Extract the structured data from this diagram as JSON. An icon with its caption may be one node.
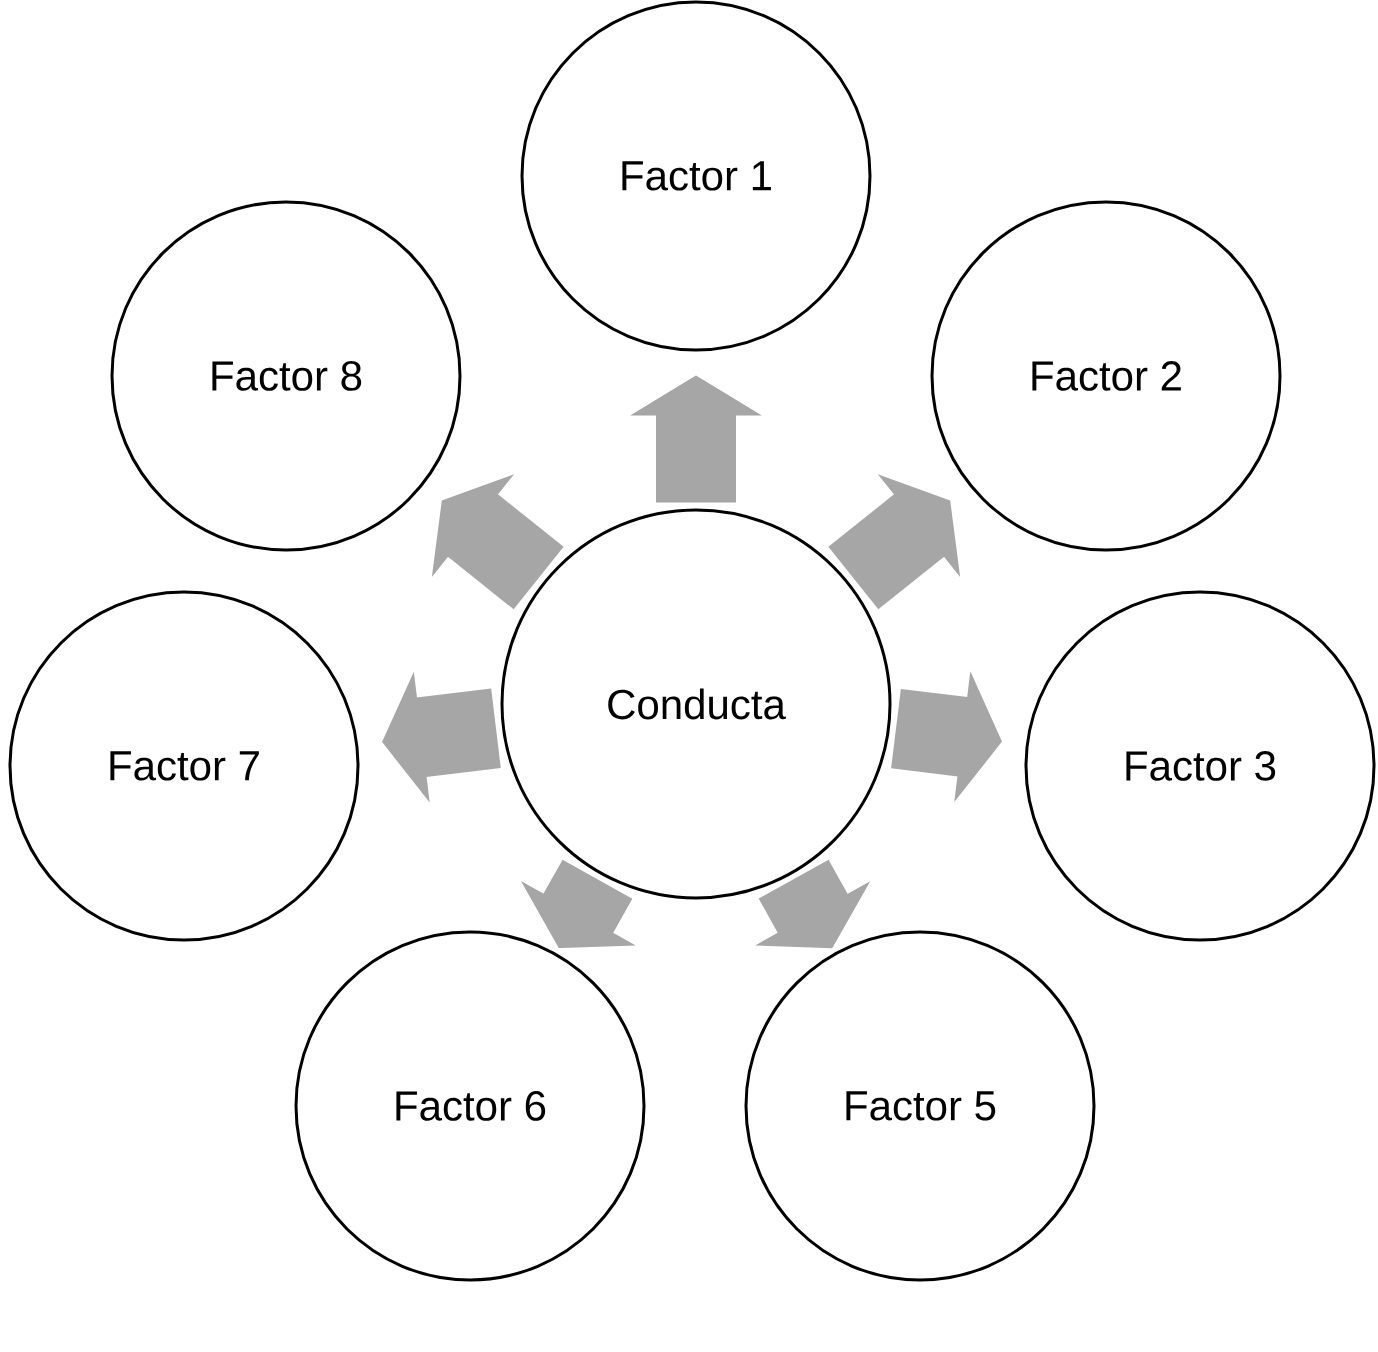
{
  "diagram": {
    "nodes": [
      {
        "text": [
          "Conducta"
        ]
      },
      {
        "text": [
          "Factor 1"
        ]
      },
      {
        "text": [
          "Factor 2"
        ]
      },
      {
        "text": [
          "Factor 3"
        ]
      },
      {
        "text": [
          "Factor 5"
        ]
      },
      {
        "text": [
          "Factor 6"
        ]
      },
      {
        "text": [
          "Factor 7"
        ]
      },
      {
        "text": [
          "Factor 8"
        ]
      }
    ],
    "edges": [
      {
        "from": 0,
        "to": 1,
        "arrow": "to"
      },
      {
        "from": 0,
        "to": 2,
        "arrow": "to"
      },
      {
        "from": 0,
        "to": 3,
        "arrow": "to"
      },
      {
        "from": 0,
        "to": 4,
        "arrow": "to"
      },
      {
        "from": 0,
        "to": 5,
        "arrow": "to"
      },
      {
        "from": 0,
        "to": 6,
        "arrow": "to"
      },
      {
        "from": 0,
        "to": 7,
        "arrow": "to"
      }
    ]
  }
}
